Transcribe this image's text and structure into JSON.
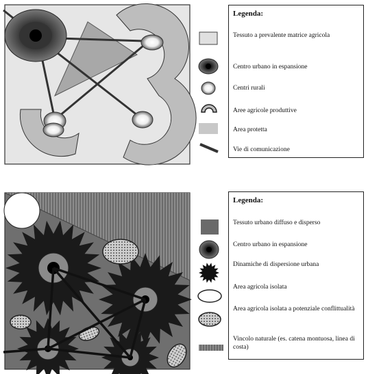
{
  "top": {
    "legend_title": "Legenda:",
    "items": [
      {
        "label": "Tessuto a prevalente matrice agricola",
        "icon": "light-gray-rectangle-icon"
      },
      {
        "label": "Centro urbano in espansione",
        "icon": "dark-concentric-ellipse-icon"
      },
      {
        "label": "Centri rurali",
        "icon": "small-gray-ring-icon"
      },
      {
        "label": "Aree agricole produttive",
        "icon": "arc-band-icon"
      },
      {
        "label": "Area protetta",
        "icon": "gray-rectangle-icon"
      },
      {
        "label": "Vie di comunicazione",
        "icon": "diagonal-line-icon"
      }
    ]
  },
  "bottom": {
    "legend_title": "Legenda:",
    "items": [
      {
        "label": "Tessuto urbano diffuso e disperso",
        "icon": "dark-gray-square-icon"
      },
      {
        "label": "Centro urbano in espansione",
        "icon": "dark-concentric-ellipse-icon"
      },
      {
        "label": "Dinamiche di dispersione urbana",
        "icon": "starburst-icon"
      },
      {
        "label": "Area agricola isolata",
        "icon": "white-ellipse-icon"
      },
      {
        "label": "Area agricola isolata a potenziale conflittualità",
        "icon": "hatched-ellipse-icon"
      },
      {
        "label": "Vincolo naturale (es. catena montuosa, linea di costa)",
        "icon": "striped-band-icon"
      }
    ]
  },
  "colors": {
    "light_bg": "#e6e6e6",
    "mid_gray": "#9a9a9a",
    "dark_gray": "#555555",
    "black": "#111111"
  }
}
